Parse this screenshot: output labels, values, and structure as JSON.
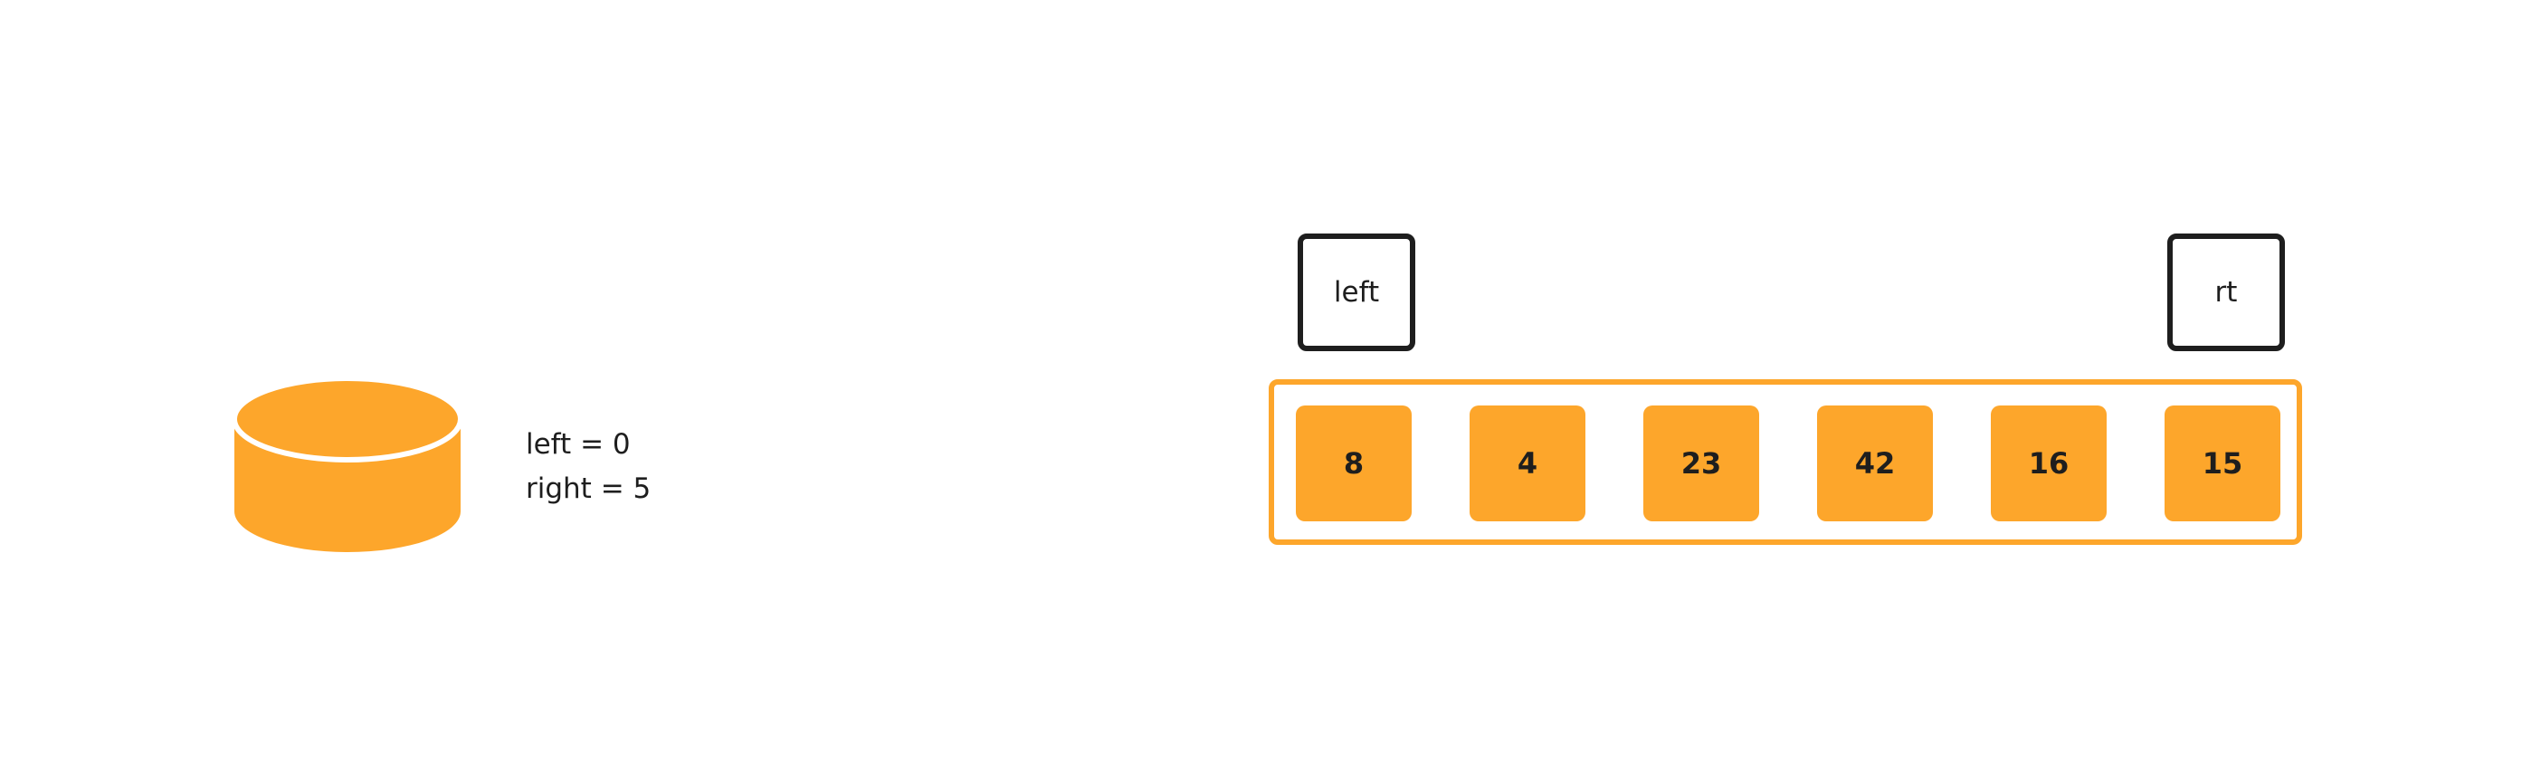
{
  "state": {
    "icon": "database-icon",
    "left_line": "left = 0",
    "right_line": "right = 5"
  },
  "pointers": {
    "left_label": "left",
    "right_label": "rt"
  },
  "array": {
    "values": [
      "8",
      "4",
      "23",
      "42",
      "16",
      "15"
    ]
  },
  "colors": {
    "accent": "#fda62b",
    "stroke": "#1e1e1e",
    "background": "#ffffff"
  }
}
